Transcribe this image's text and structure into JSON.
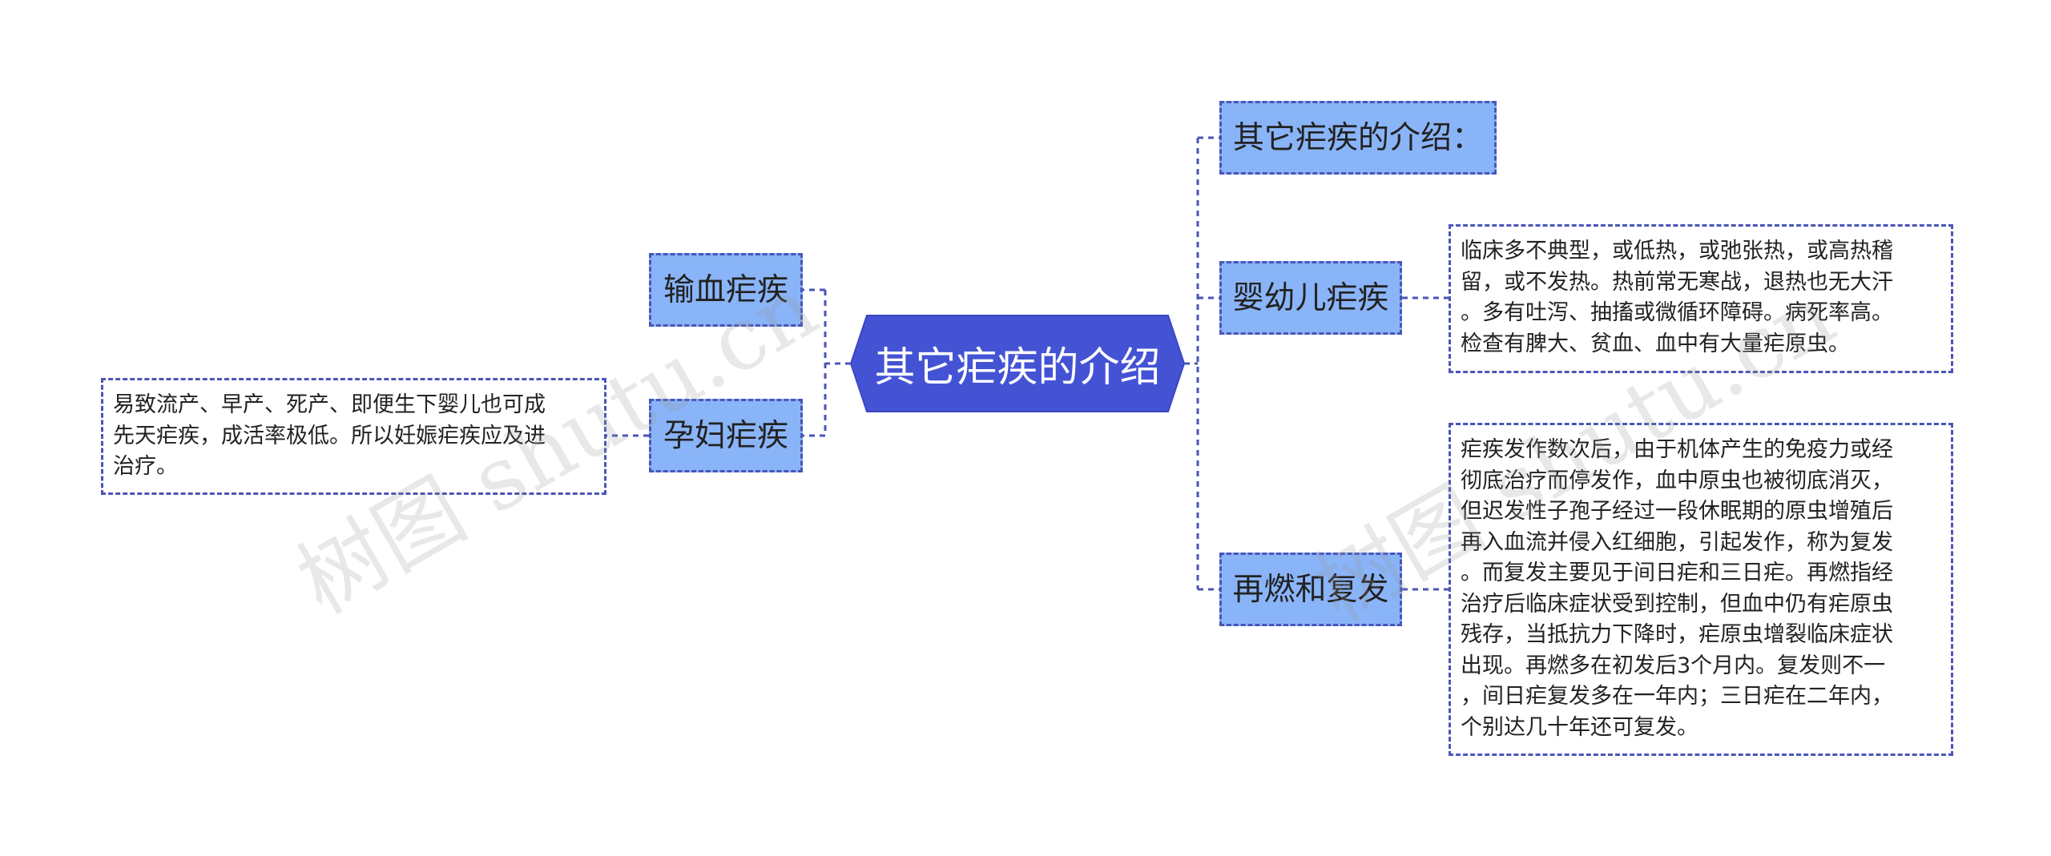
{
  "root": {
    "label": "其它疟疾的介绍",
    "color": "#4453d4"
  },
  "branches": {
    "intro": {
      "label": "其它疟疾的介绍："
    },
    "infant": {
      "label": "婴幼儿疟疾"
    },
    "relapse": {
      "label": "再燃和复发"
    },
    "transfusion": {
      "label": "输血疟疾"
    },
    "pregnant": {
      "label": "孕妇疟疾"
    }
  },
  "notes": {
    "infant": "临床多不典型，或低热，或弛张热，或高热稽\n留，或不发热。热前常无寒战，退热也无大汗\n。多有吐泻、抽搐或微循环障碍。病死率高。\n检查有脾大、贫血、血中有大量疟原虫。",
    "relapse": "疟疾发作数次后，由于机体产生的免疫力或经\n彻底治疗而停发作，血中原虫也被彻底消灭，\n但迟发性子孢子经过一段休眠期的原虫增殖后\n再入血流并侵入红细胞，引起发作，称为复发\n。而复发主要见于间日疟和三日疟。再燃指经\n治疗后临床症状受到控制，但血中仍有疟原虫\n残存，当抵抗力下降时，疟原虫增裂临床症状\n出现。再燃多在初发后3个月内。复发则不一\n，间日疟复发多在一年内；三日疟在二年内，\n个别达几十年还可复发。",
    "pregnant": "易致流产、早产、死产、即便生下婴儿也可成\n先天疟疾，成活率极低。所以妊娠疟疾应及进\n治疗。"
  },
  "watermarks": [
    "树图 shutu.cn",
    "树图 shutu.cn"
  ],
  "colors": {
    "branch_fill": "#8ab4f8",
    "branch_border": "#4a55b8",
    "connector": "#4a55b8",
    "root_fill": "#4453d4"
  }
}
